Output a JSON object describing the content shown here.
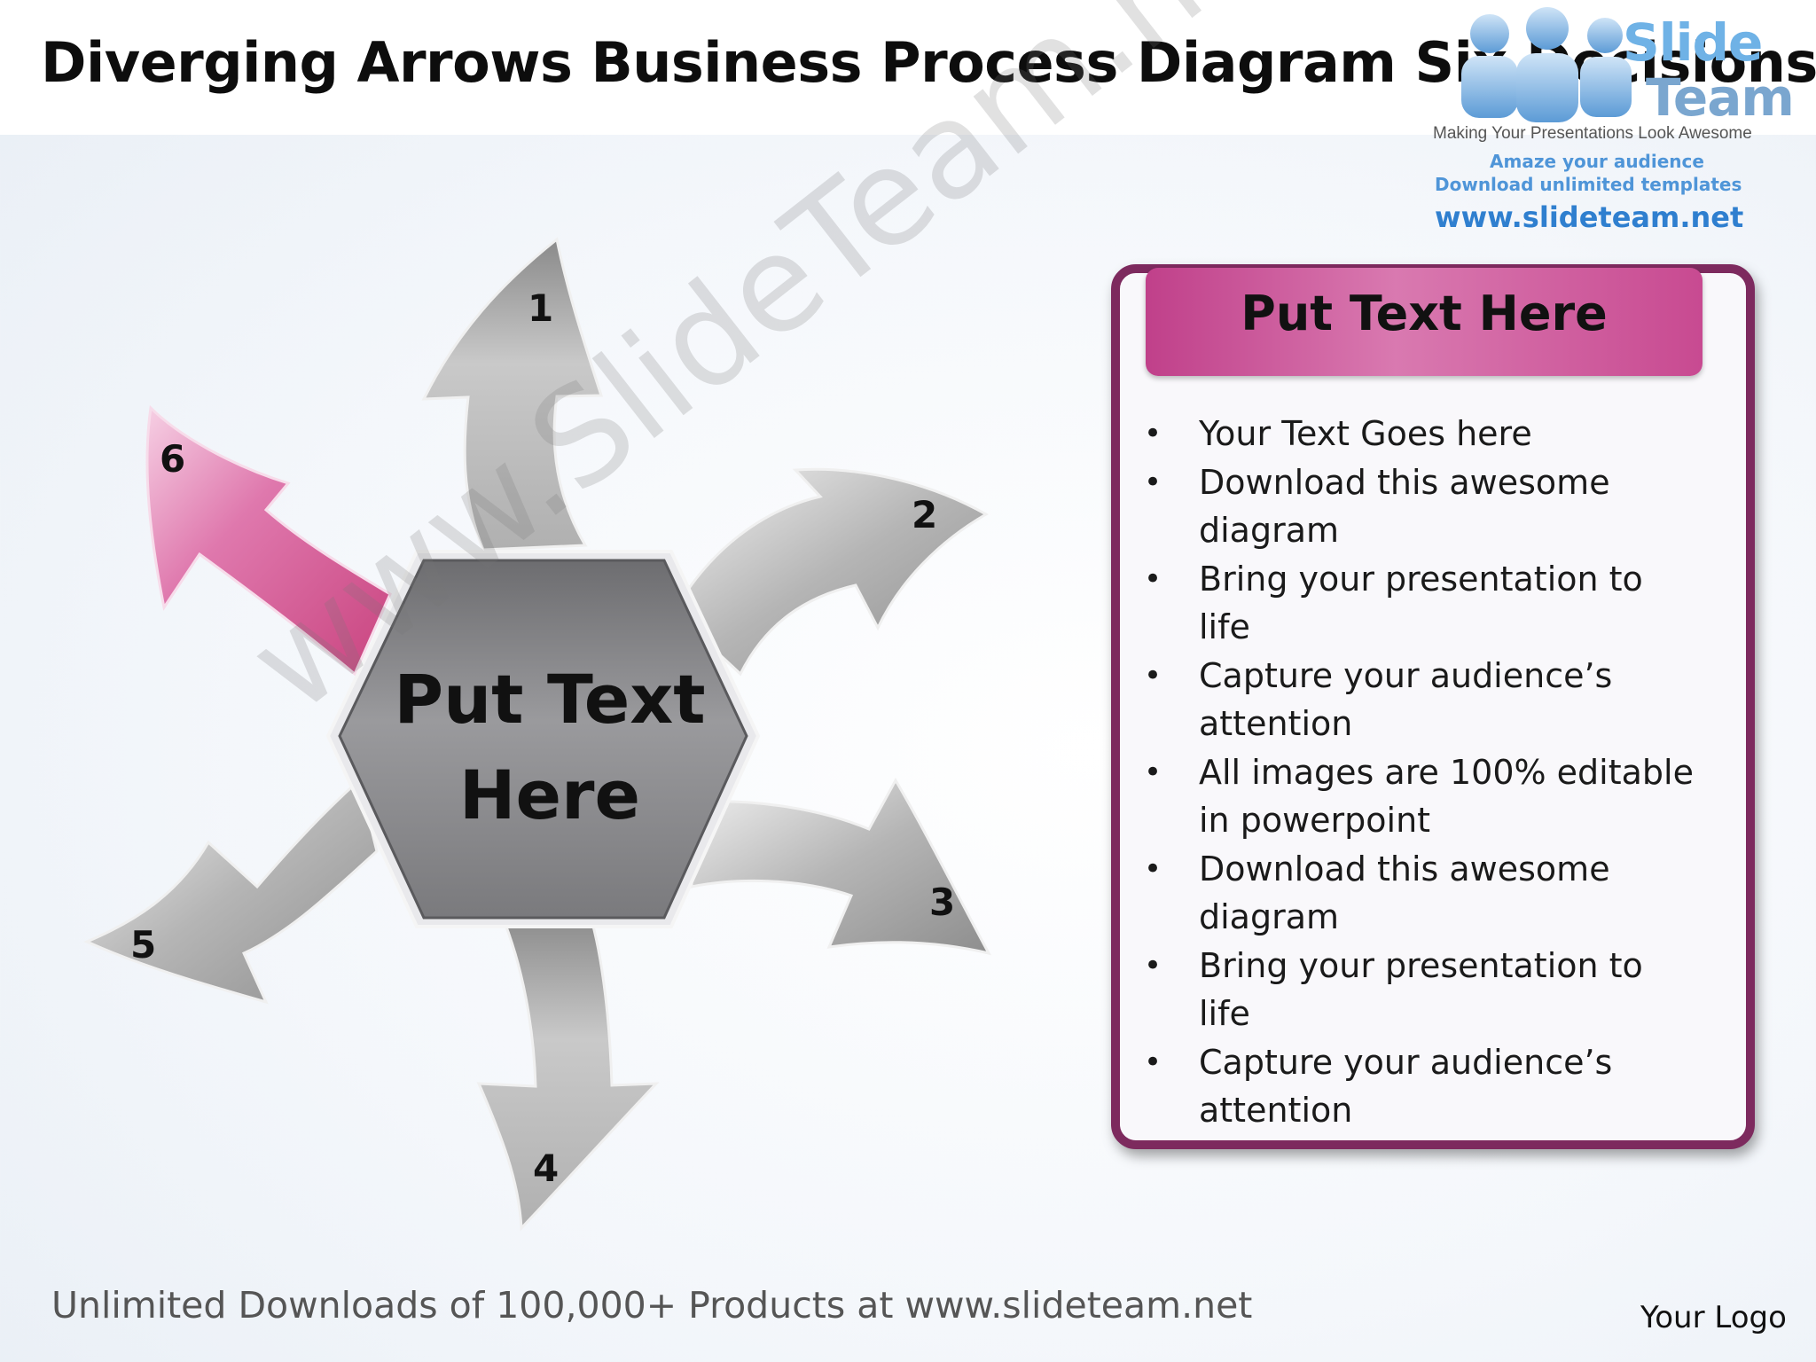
{
  "title": "Diverging Arrows Business Process Diagram Six Decisions",
  "logo": {
    "brand_line1": "Slide",
    "brand_line2": "Team",
    "tagline": "Making Your Presentations Look Awesome",
    "promo_line1": "Amaze your audience",
    "promo_line2": "Download unlimited templates",
    "url": "www.slideteam.net"
  },
  "diagram": {
    "center_text": [
      "Put Text",
      "Here"
    ],
    "arrows": [
      {
        "label": "1",
        "color": "#a8a8a8"
      },
      {
        "label": "2",
        "color": "#a8a8a8"
      },
      {
        "label": "3",
        "color": "#a8a8a8"
      },
      {
        "label": "4",
        "color": "#a8a8a8"
      },
      {
        "label": "5",
        "color": "#a8a8a8"
      },
      {
        "label": "6",
        "color": "#d9609e"
      }
    ],
    "hex_color": "#7b7b7f",
    "accent_color": "#d9609e"
  },
  "panel": {
    "title": "Put Text Here",
    "border_color": "#7d2a5e",
    "bullets": [
      "Your Text Goes here",
      "Download this awesome diagram",
      "Bring your presentation to life",
      "Capture your audience’s attention",
      "All images are 100% editable in powerpoint",
      "Download this awesome diagram",
      "Bring your presentation to life",
      "Capture your audience’s attention"
    ]
  },
  "watermark": "www.SlideTeam.net",
  "footer": "Unlimited Downloads of 100,000+ Products at www.slideteam.net",
  "your_logo": "Your Logo"
}
